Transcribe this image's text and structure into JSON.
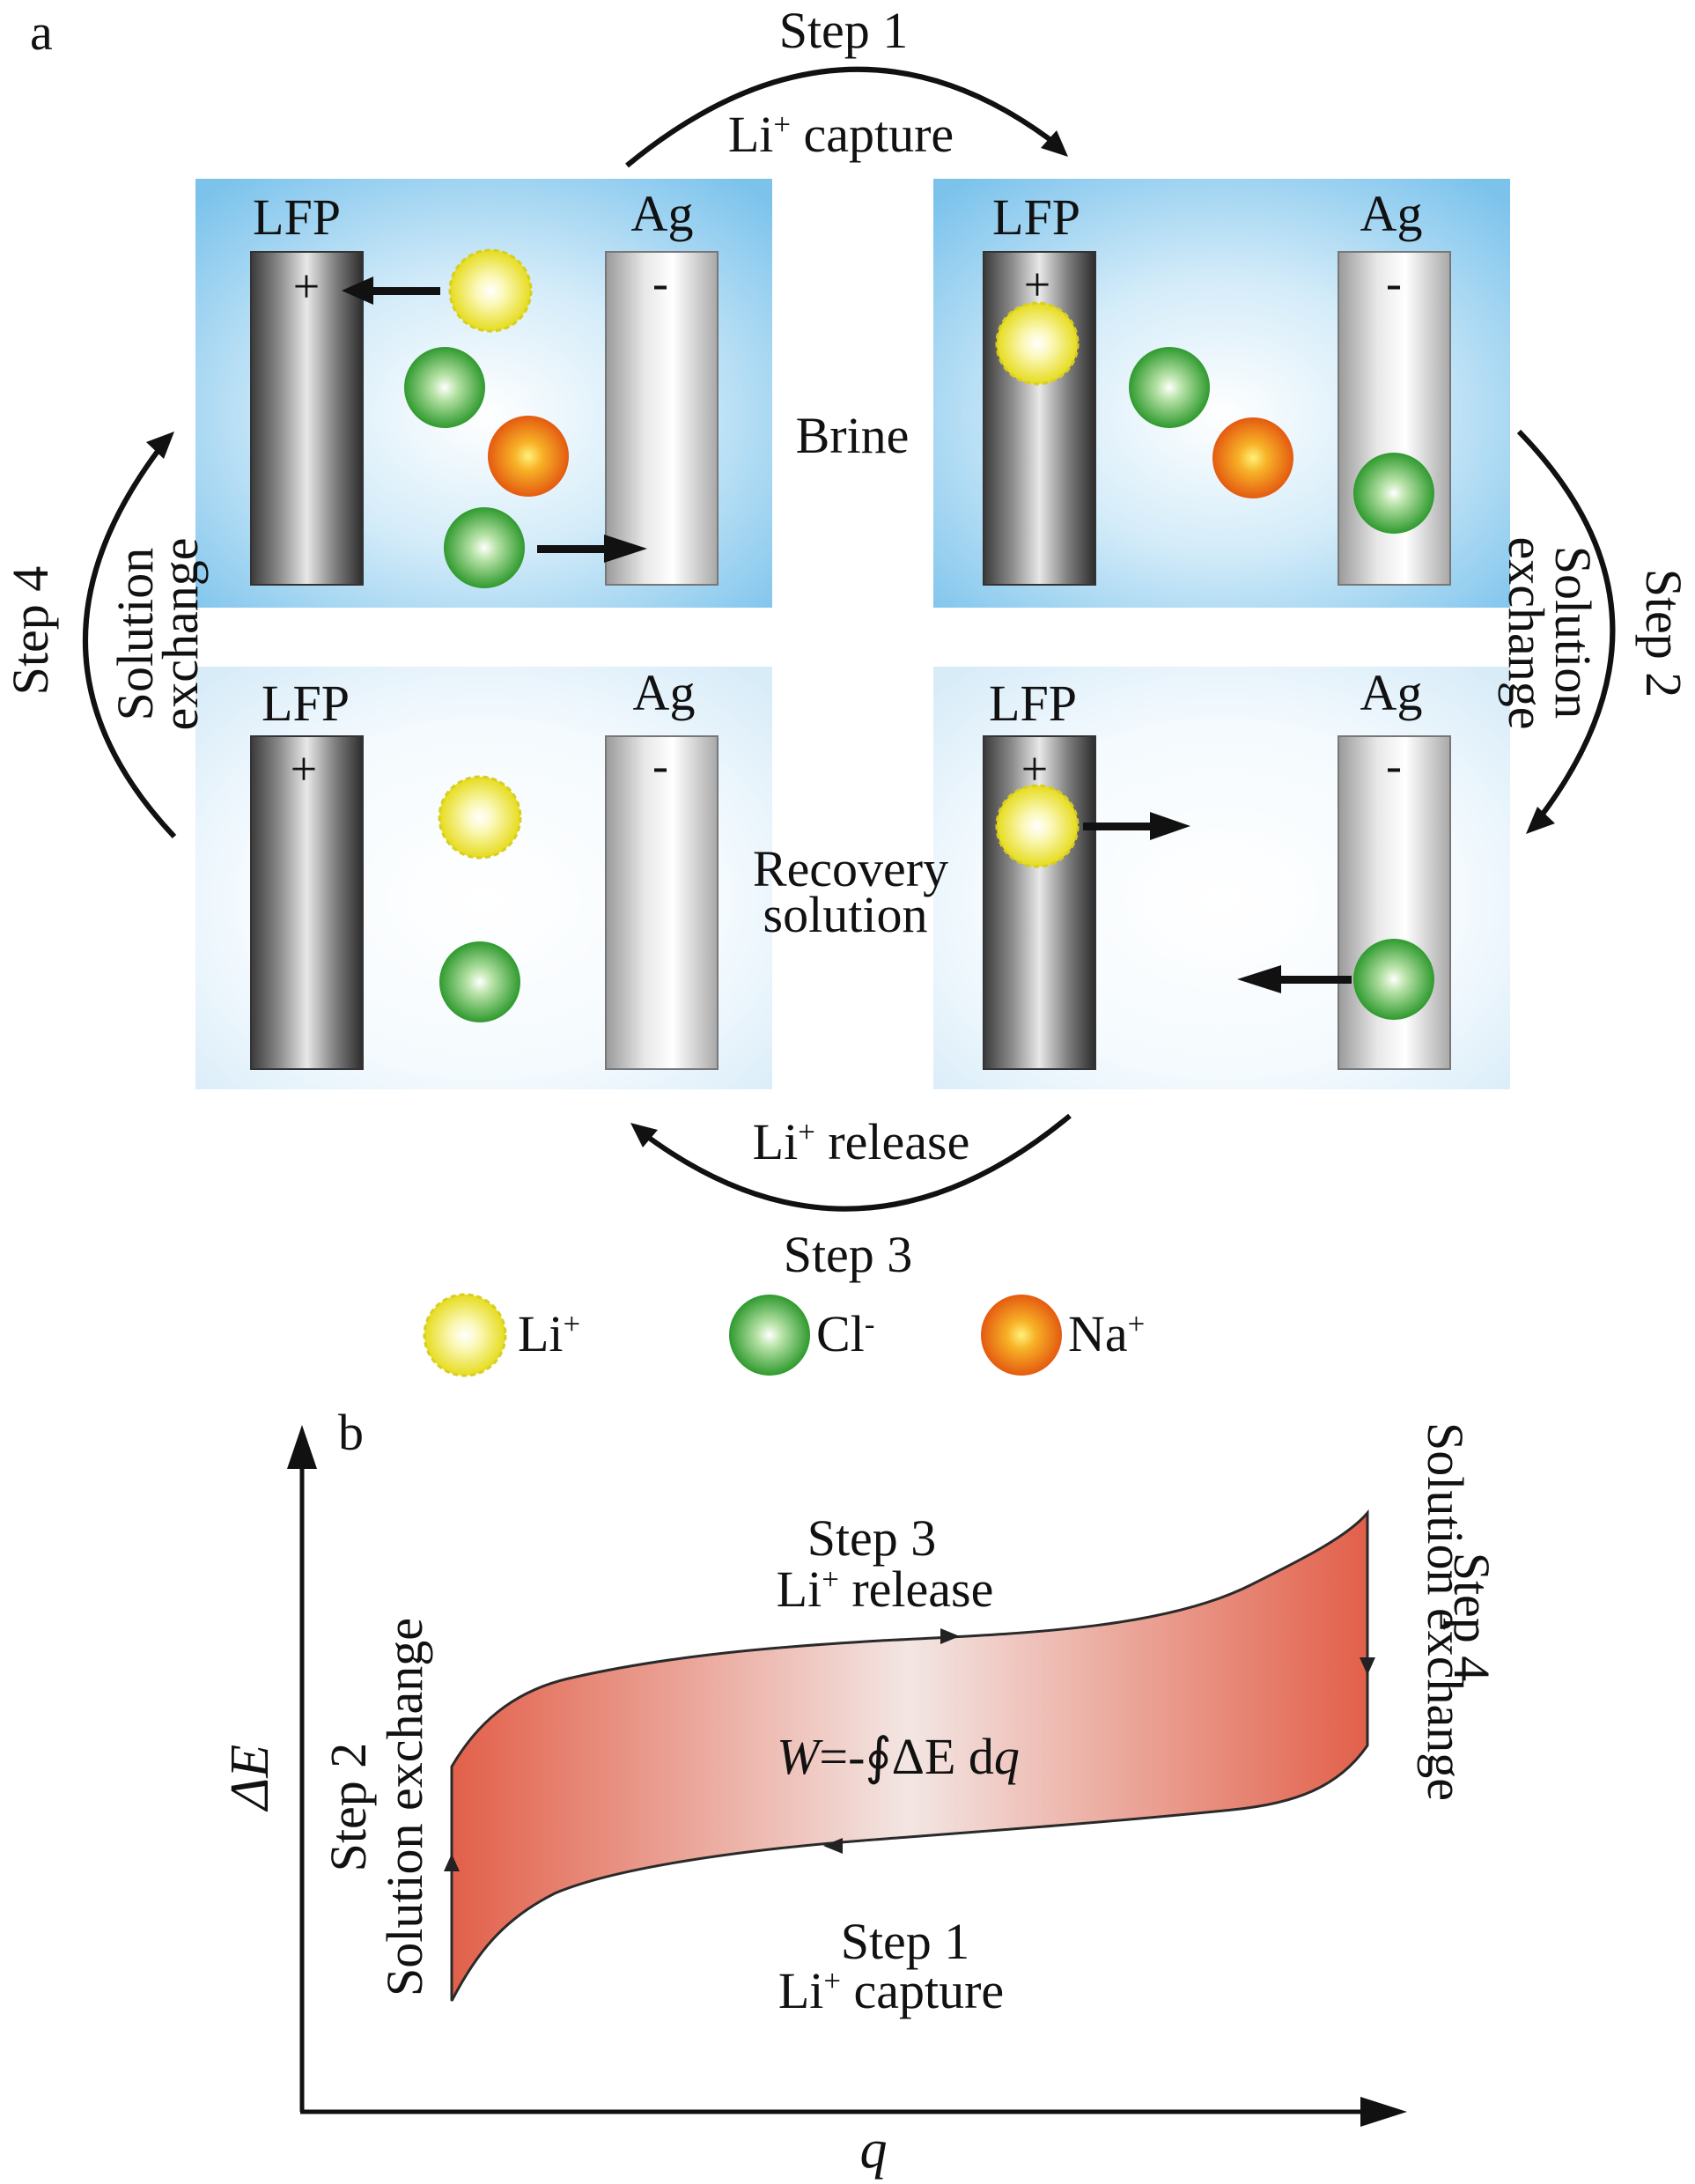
{
  "panel_a": {
    "panel_letter": "a",
    "electrode_labels": {
      "positive": "LFP",
      "negative": "Ag"
    },
    "signs": {
      "positive": "+",
      "negative": "-"
    },
    "solutions": {
      "brine": "Brine",
      "recovery_line1": "Recovery",
      "recovery_line2": "solution"
    },
    "steps": {
      "step1": {
        "title": "Step 1",
        "caption_base": "Li",
        "caption_sup": "+",
        "caption_rest": " capture"
      },
      "step2": {
        "title": "Step 2",
        "line1": "Solution",
        "line2": "exchange"
      },
      "step3": {
        "title": "Step 3",
        "caption_base": "Li",
        "caption_sup": "+",
        "caption_rest": " release"
      },
      "step4": {
        "title": "Step 4",
        "line1": "Solution",
        "line2": "exchange"
      }
    },
    "legend": [
      {
        "ion": "Li",
        "charge": "+",
        "color": "#f2ec4a"
      },
      {
        "ion": "Cl",
        "charge": "-",
        "color": "#3fae3a"
      },
      {
        "ion": "Na",
        "charge": "+",
        "color": "#f06a14"
      }
    ]
  },
  "panel_b": {
    "panel_letter": "b",
    "y_axis_label": "ΔE",
    "x_axis_label": "q",
    "equation": {
      "w": "W",
      "rest": "=-∮ΔE d",
      "q": "q"
    },
    "step1": {
      "title": "Step 1",
      "base": "Li",
      "sup": "+",
      "rest": " capture"
    },
    "step2": {
      "title": "Step 2",
      "line2": "Solution exchange"
    },
    "step3": {
      "title": "Step 3",
      "base": "Li",
      "sup": "+",
      "rest": " release"
    },
    "step4": {
      "title": "Step 4",
      "line2": "Solution exchange"
    }
  },
  "colors": {
    "brine_bg": "#8ecdee",
    "recovery_bg": "#e4f2fb",
    "loop_fill": "#e2604a"
  }
}
